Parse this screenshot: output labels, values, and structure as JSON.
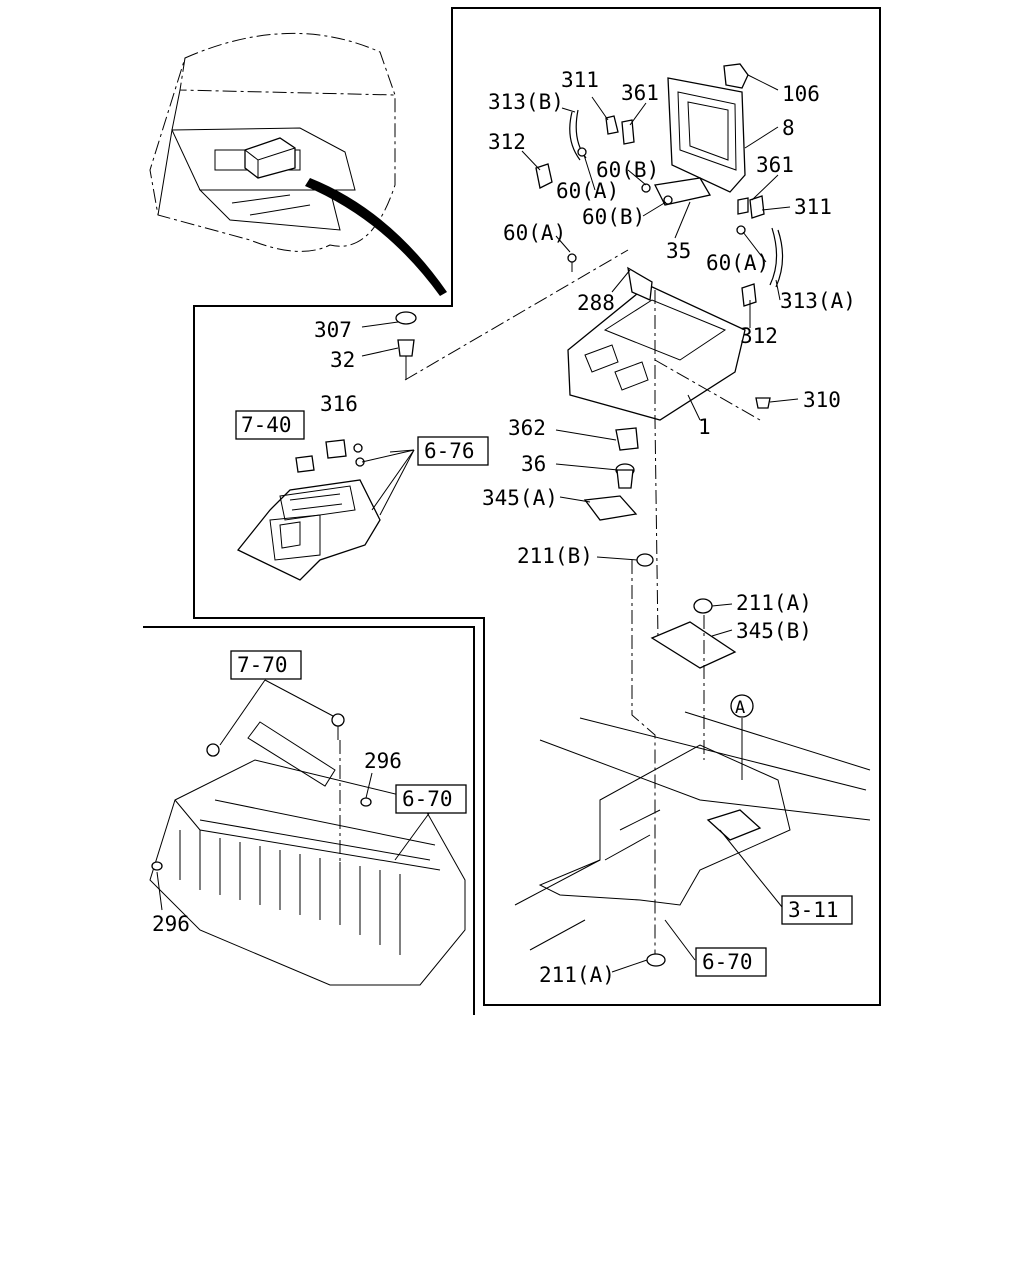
{
  "diagram": {
    "callouts": [
      {
        "id": "c-106",
        "text": "106"
      },
      {
        "id": "c-313b",
        "text": "313(B)"
      },
      {
        "id": "c-311a",
        "text": "311"
      },
      {
        "id": "c-361a",
        "text": "361"
      },
      {
        "id": "c-8",
        "text": "8"
      },
      {
        "id": "c-312a",
        "text": "312"
      },
      {
        "id": "c-60b1",
        "text": "60(B)"
      },
      {
        "id": "c-60a1",
        "text": "60(A)"
      },
      {
        "id": "c-361b",
        "text": "361"
      },
      {
        "id": "c-60b2",
        "text": "60(B)"
      },
      {
        "id": "c-311b",
        "text": "311"
      },
      {
        "id": "c-60a2",
        "text": "60(A)"
      },
      {
        "id": "c-35",
        "text": "35"
      },
      {
        "id": "c-60a3",
        "text": "60(A)"
      },
      {
        "id": "c-288",
        "text": "288"
      },
      {
        "id": "c-313a",
        "text": "313(A)"
      },
      {
        "id": "c-307",
        "text": "307"
      },
      {
        "id": "c-312b",
        "text": "312"
      },
      {
        "id": "c-32",
        "text": "32"
      },
      {
        "id": "c-316",
        "text": "316"
      },
      {
        "id": "c-310",
        "text": "310"
      },
      {
        "id": "c-362",
        "text": "362"
      },
      {
        "id": "c-1",
        "text": "1"
      },
      {
        "id": "c-36",
        "text": "36"
      },
      {
        "id": "c-345a",
        "text": "345(A)"
      },
      {
        "id": "c-211b",
        "text": "211(B)"
      },
      {
        "id": "c-211a1",
        "text": "211(A)"
      },
      {
        "id": "c-345b",
        "text": "345(B)"
      },
      {
        "id": "c-296a",
        "text": "296"
      },
      {
        "id": "c-296b",
        "text": "296"
      },
      {
        "id": "c-211a2",
        "text": "211(A)"
      }
    ],
    "references": [
      {
        "id": "r-7-40",
        "text": "7-40"
      },
      {
        "id": "r-6-76",
        "text": "6-76"
      },
      {
        "id": "r-7-70",
        "text": "7-70"
      },
      {
        "id": "r-6-70a",
        "text": "6-70"
      },
      {
        "id": "r-3-11",
        "text": "3-11"
      },
      {
        "id": "r-6-70b",
        "text": "6-70"
      }
    ],
    "marker": {
      "text": "A"
    }
  }
}
